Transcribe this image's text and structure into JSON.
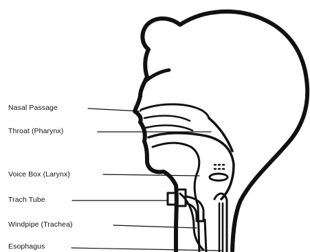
{
  "labels": {
    "nasal_passage": "Nasal Passage",
    "throat": "Throat (Pharynx)",
    "voice_box": "Voice Box (Larynx)",
    "trach_tube": "Trach Tube",
    "windpipe": "Windpipe (Trachea)",
    "esophagus": "Esophagus"
  },
  "colors": {
    "ink": "#111111",
    "background": "#ffffff"
  }
}
